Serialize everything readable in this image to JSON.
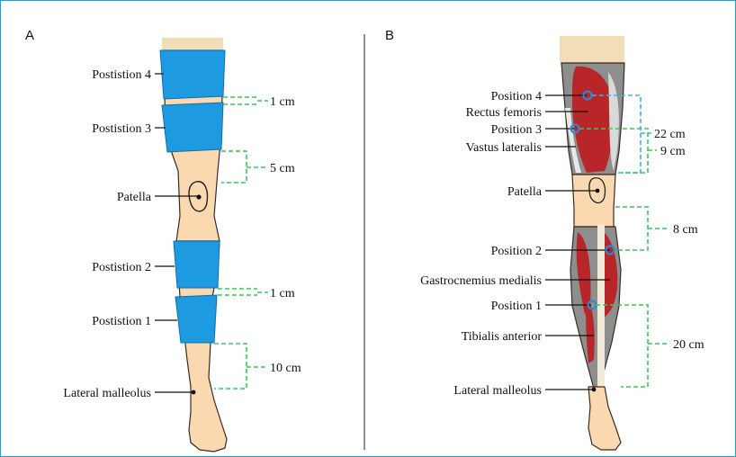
{
  "panels": {
    "a": {
      "letter": "A",
      "positions": [
        "Postistion 4",
        "Postistion 3",
        "Postistion 2",
        "Postistion 1"
      ],
      "patella": "Patella",
      "malleolus": "Lateral malleolus",
      "gaps": [
        "1 cm",
        "5 cm",
        "1 cm",
        "10 cm"
      ]
    },
    "b": {
      "letter": "B",
      "labels": {
        "pos4": "Position 4",
        "rectus": "Rectus femoris",
        "pos3": "Position 3",
        "vastus": "Vastus lateralis",
        "patella": "Patella",
        "pos2": "Position 2",
        "gastro": "Gastrocnemius medialis",
        "pos1": "Position 1",
        "tibialis": "Tibialis anterior",
        "malleolus": "Lateral malleolus"
      },
      "distances": [
        "22 cm",
        "9 cm",
        "8 cm",
        "20 cm"
      ]
    }
  },
  "colors": {
    "frame": "#19a0d8",
    "band": "#1e9be0",
    "band_edge": "#0d6fae",
    "skin": "#fad9b0",
    "skin_edge": "#3a2a20",
    "hair_top": "#f3dcb8",
    "muscle_red": "#b8262a",
    "muscle_grey": "#8e8e8e",
    "bracket_green": "#33cc55",
    "bracket_blue": "#33bbe0",
    "marker_blue": "#1e8fe0"
  }
}
